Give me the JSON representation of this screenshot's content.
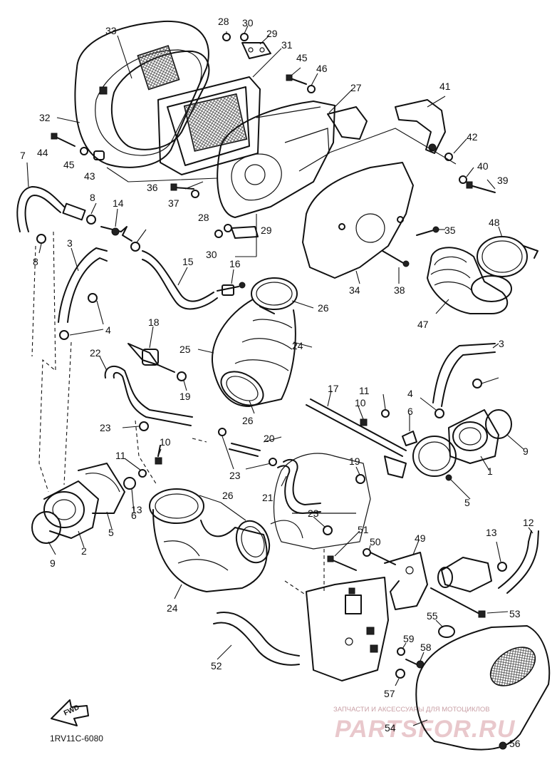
{
  "diagram": {
    "part_code": "1RV11C-6080",
    "fwd_label": "FWD",
    "watermark_top": "ЗАПЧАСТИ И АКСЕССУАРЫ ДЛЯ МОТОЦИКЛОВ",
    "watermark_brand": "PARTSFOR.RU",
    "callouts": [
      "1",
      "2",
      "3",
      "3",
      "4",
      "4",
      "5",
      "5",
      "6",
      "6",
      "7",
      "8",
      "8",
      "9",
      "9",
      "10",
      "10",
      "11",
      "11",
      "12",
      "13",
      "13",
      "14",
      "15",
      "16",
      "17",
      "18",
      "19",
      "19",
      "20",
      "21",
      "22",
      "23",
      "23",
      "23",
      "24",
      "24",
      "25",
      "26",
      "26",
      "26",
      "27",
      "28",
      "28",
      "29",
      "29",
      "30",
      "30",
      "31",
      "32",
      "33",
      "34",
      "35",
      "36",
      "37",
      "38",
      "39",
      "40",
      "41",
      "42",
      "43",
      "44",
      "45",
      "45",
      "46",
      "47",
      "48",
      "49",
      "50",
      "51",
      "52",
      "53",
      "54",
      "55",
      "56",
      "57",
      "58",
      "59"
    ]
  }
}
